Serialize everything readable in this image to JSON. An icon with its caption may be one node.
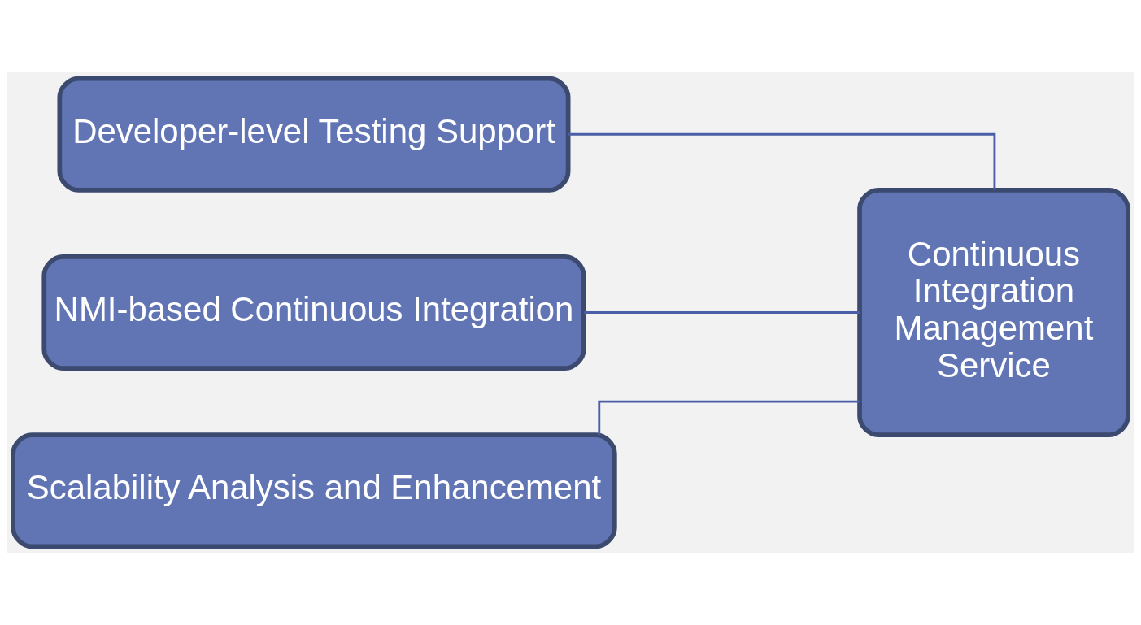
{
  "diagram": {
    "nodes": [
      {
        "text": [
          "Developer-level Testing Support"
        ]
      },
      {
        "text": [
          "NMI-based Continuous Integration"
        ]
      },
      {
        "text": [
          "Scalability Analysis and Enhancement"
        ]
      },
      {
        "text": [
          "Continuous Integration Management Service"
        ]
      }
    ],
    "edges": [
      {
        "from": 0,
        "to": 3,
        "arrow": "none"
      },
      {
        "from": 1,
        "to": 3,
        "arrow": "none"
      },
      {
        "from": 2,
        "to": 3,
        "arrow": "none"
      }
    ]
  }
}
